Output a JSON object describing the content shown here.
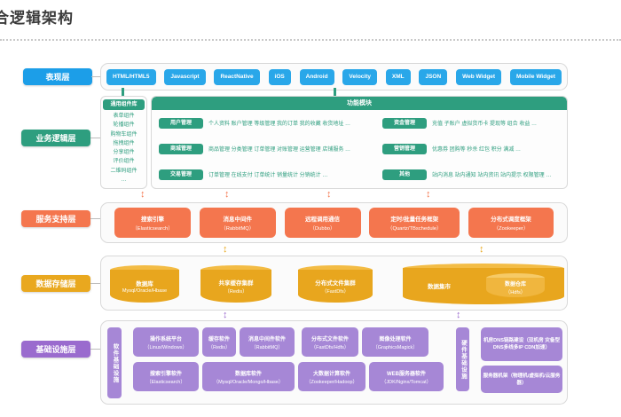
{
  "page": {
    "title": "合逻辑架构"
  },
  "colors": {
    "blue": "#29a7e9",
    "green": "#2e9e7f",
    "orange": "#f4764e",
    "gold": "#e9a81f",
    "purple": "#a687d6"
  },
  "layers": [
    {
      "label": "表现层",
      "color": "#1c9ee8"
    },
    {
      "label": "业务逻辑层",
      "color": "#2e9e7f"
    },
    {
      "label": "服务支持层",
      "color": "#f4764e"
    },
    {
      "label": "数据存储层",
      "color": "#e9a81f"
    },
    {
      "label": "基础设施层",
      "color": "#9a6bce"
    }
  ],
  "presentation": {
    "techs": [
      "HTML/HTML5",
      "Javascript",
      "ReactNative",
      "iOS",
      "Android",
      "Velocity",
      "XML",
      "JSON",
      "Web Widget",
      "Mobile Widget"
    ]
  },
  "business": {
    "common_panel": {
      "title": "通用组件库",
      "items": [
        "表单组件",
        "轮播组件",
        "购物车组件",
        "拖拽组件",
        "分享组件",
        "评价组件",
        "二维码组件",
        "…"
      ]
    },
    "function_panel": {
      "title": "功能模块",
      "groups": [
        {
          "name": "用户管理",
          "items": "个人资料 账户管理 等级管理 我的订单 我的收藏 收货地址 …"
        },
        {
          "name": "商城管理",
          "items": "商品管理 分类管理 订单管理 对账管理 运营管理 店铺服务 …"
        },
        {
          "name": "交易管理",
          "items": "订单管理 在线支付 订单统计 销量统计 分销统计 …"
        },
        {
          "name": "资金管理",
          "items": "充值 子账户 虚拟货币卡 提现等 组合 收益 …"
        },
        {
          "name": "营销管理",
          "items": "优惠券 团购等 秒杀 红包 积分 满减 …"
        },
        {
          "name": "其他",
          "items": "站内消息 站内通知 站内资讯 站内提示 权限管理 …"
        }
      ]
    }
  },
  "service": {
    "blocks": [
      {
        "name": "搜索引擎",
        "tech": "（Elasticsearch）"
      },
      {
        "name": "消息中间件",
        "tech": "（RabbitMQ）"
      },
      {
        "name": "远程调用通信",
        "tech": "（Dubbo）"
      },
      {
        "name": "定时/批量任务框架",
        "tech": "（Quartz/TBschedule）"
      },
      {
        "name": "分布式调度框架",
        "tech": "（Zookeeper）"
      }
    ]
  },
  "storage": {
    "cylinders": [
      {
        "name": "数据库",
        "tech": "Mysql/Oracle/Hbase"
      },
      {
        "name": "共享缓存集群",
        "tech": "（Redis）"
      },
      {
        "name": "分布式文件集群",
        "tech": "（FastDfs）"
      },
      {
        "name": "数据集市",
        "tech": ""
      },
      {
        "name": "数据仓库",
        "tech": "（Hdfs）"
      }
    ]
  },
  "infrastructure": {
    "software_tab": "软件基础设施",
    "hardware_tab": "硬件基础设施",
    "software_row1": [
      {
        "name": "操作系统平台",
        "tech": "（Linux/Windows）"
      },
      {
        "name": "缓存软件",
        "tech": "（Redis）"
      },
      {
        "name": "消息中间件软件",
        "tech": "（RabbitMQ）"
      },
      {
        "name": "分布式文件软件",
        "tech": "（FastDfs/Hdfs）"
      },
      {
        "name": "图像处理软件",
        "tech": "（GraphicsMagick）"
      }
    ],
    "software_row2": [
      {
        "name": "搜索引擎软件",
        "tech": "（Elasticsearch）"
      },
      {
        "name": "数据库软件",
        "tech": "（Mysql/Oracle/Mongo/Hbase）"
      },
      {
        "name": "大数据计算软件",
        "tech": "（Zookeeper/Hadoop）"
      },
      {
        "name": "WEB服务器软件",
        "tech": "（JDK/Nginx/Tomcat）"
      }
    ],
    "hardware": [
      {
        "name": "机房DNS链路建设（双机房 灾备型DNS多线多IP CDN加速）"
      },
      {
        "name": "服务器机架（物理机/虚拟机/云服务器）"
      }
    ]
  },
  "glyphs": {
    "vertical_arrow": "↕"
  }
}
